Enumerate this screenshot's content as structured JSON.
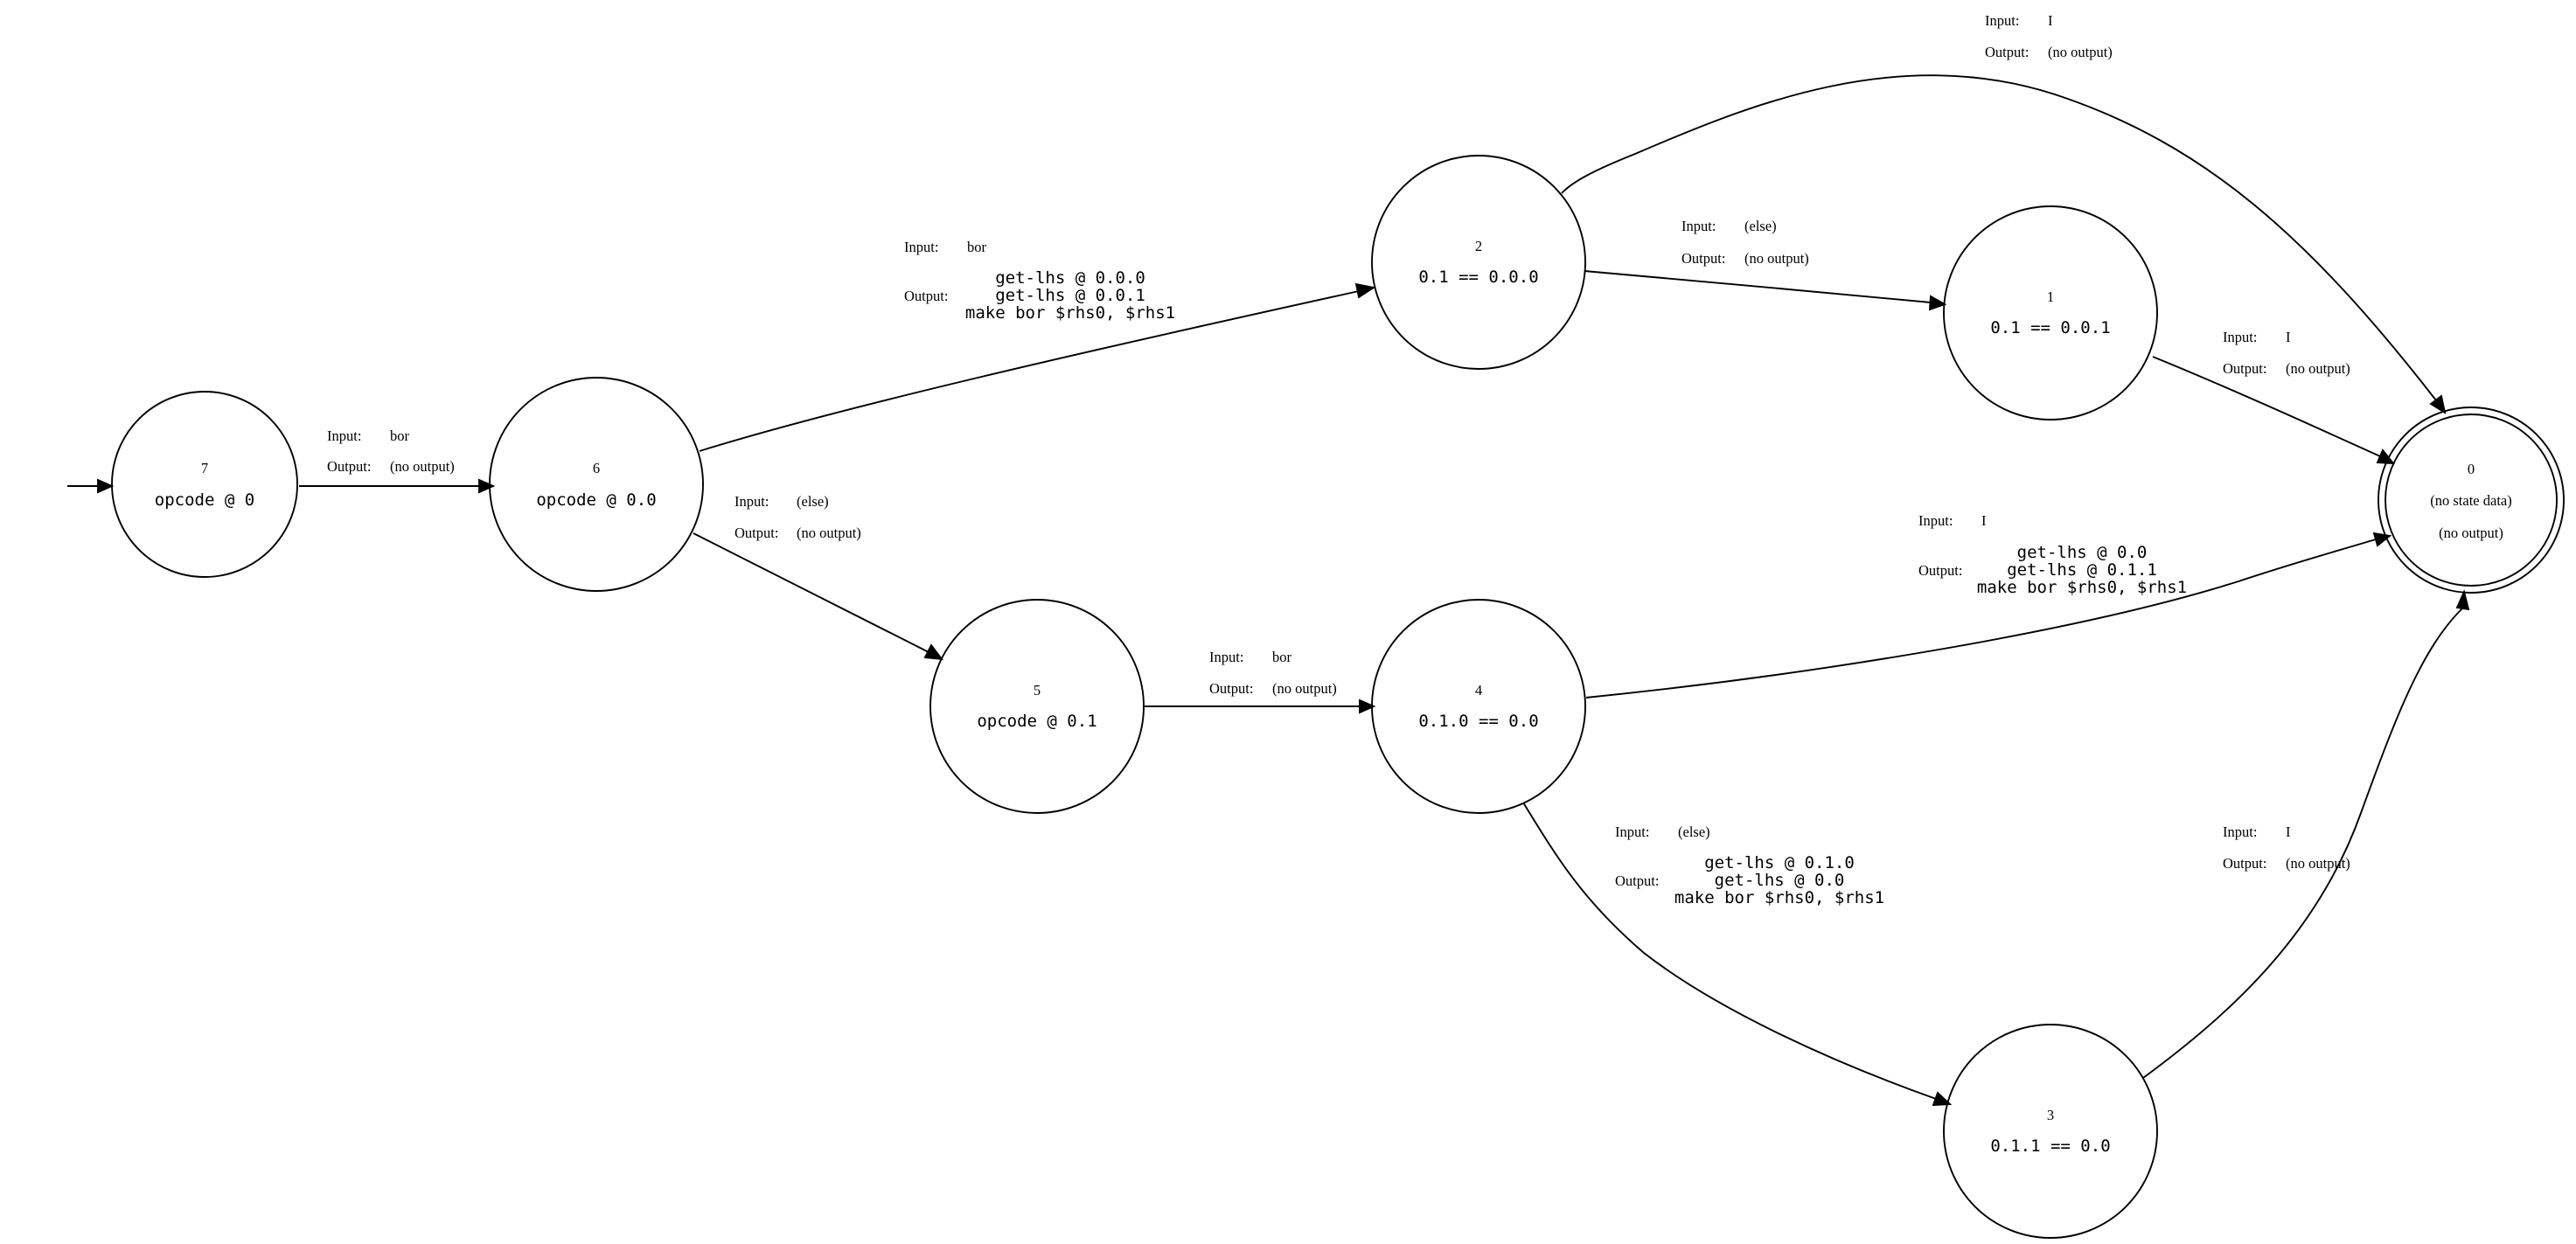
{
  "diagram": {
    "labels": {
      "input": "Input:",
      "output": "Output:"
    },
    "nodes": {
      "n7": {
        "id": "7",
        "data": "opcode @ 0"
      },
      "n6": {
        "id": "6",
        "data": "opcode @ 0.0"
      },
      "n5": {
        "id": "5",
        "data": "opcode @ 0.1"
      },
      "n4": {
        "id": "4",
        "data": "0.1.0 == 0.0"
      },
      "n3": {
        "id": "3",
        "data": "0.1.1 == 0.0"
      },
      "n2": {
        "id": "2",
        "data": "0.1 == 0.0.0"
      },
      "n1": {
        "id": "1",
        "data": "0.1 == 0.0.1"
      },
      "n0": {
        "id": "0",
        "data": "(no state data)",
        "output": "(no output)"
      }
    },
    "edges": {
      "e7_6": {
        "input": "bor",
        "output": "(no output)"
      },
      "e6_2": {
        "input": "bor",
        "output": [
          "get-lhs @ 0.0.0",
          "get-lhs @ 0.0.1",
          "make bor $rhs0, $rhs1"
        ]
      },
      "e6_5": {
        "input": "(else)",
        "output": "(no output)"
      },
      "e5_4": {
        "input": "bor",
        "output": "(no output)"
      },
      "e2_0": {
        "input": "I",
        "output": "(no output)"
      },
      "e2_1": {
        "input": "(else)",
        "output": "(no output)"
      },
      "e1_0": {
        "input": "I",
        "output": "(no output)"
      },
      "e4_0": {
        "input": "I",
        "output": [
          "get-lhs @ 0.0",
          "get-lhs @ 0.1.1",
          "make bor $rhs0, $rhs1"
        ]
      },
      "e4_3": {
        "input": "(else)",
        "output": [
          "get-lhs @ 0.1.0",
          "get-lhs @ 0.0",
          "make bor $rhs0, $rhs1"
        ]
      },
      "e3_0": {
        "input": "I",
        "output": "(no output)"
      }
    }
  }
}
